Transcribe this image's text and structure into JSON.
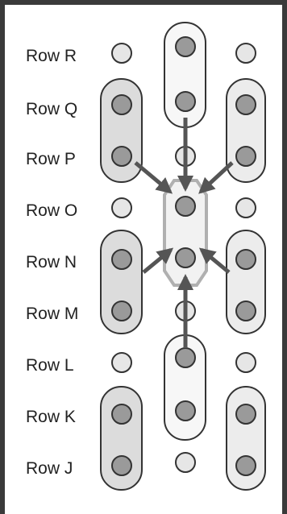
{
  "rows": [
    {
      "label": "Row R"
    },
    {
      "label": "Row Q"
    },
    {
      "label": "Row P"
    },
    {
      "label": "Row O"
    },
    {
      "label": "Row N"
    },
    {
      "label": "Row M"
    },
    {
      "label": "Row L"
    },
    {
      "label": "Row K"
    },
    {
      "label": "Row J"
    }
  ],
  "colors": {
    "frame": "#3a3a3a",
    "hole_fill": "#e6e6e6",
    "seated_fill": "#9a9a9a",
    "group_fill": "#dcdcdc",
    "group_stroke": "#333333",
    "highlight_stroke": "#b0b0b0",
    "arrow": "#555555"
  }
}
